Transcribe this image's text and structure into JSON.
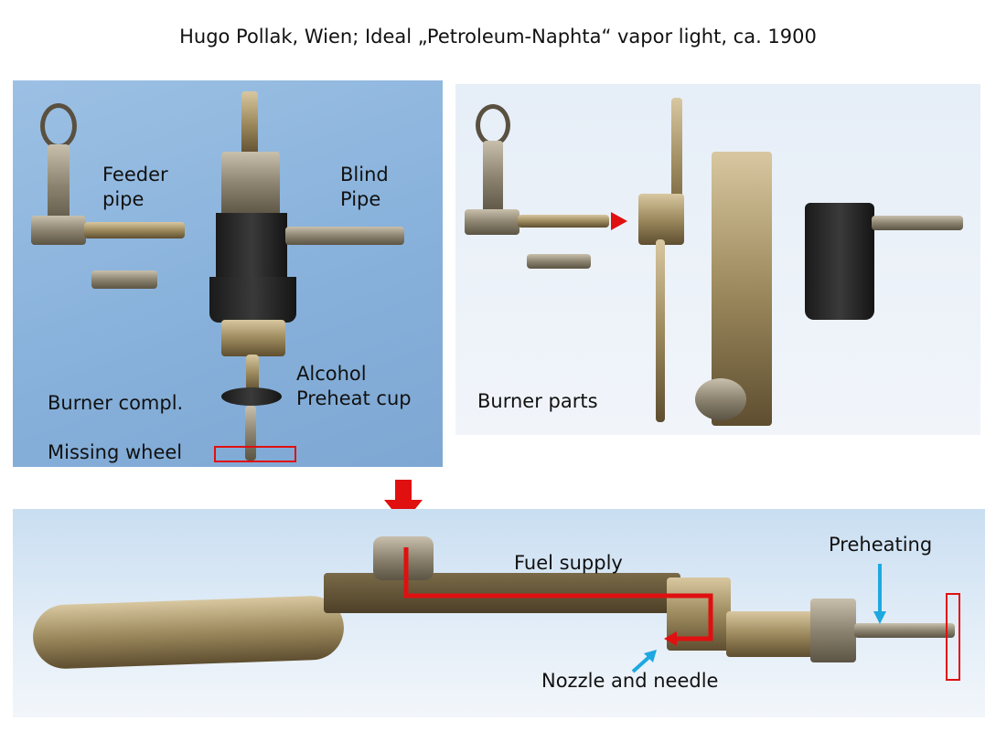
{
  "title": "Hugo Pollak, Wien; Ideal „Petroleum-Naphta“ vapor light, ca. 1900",
  "panel_left": {
    "labels": {
      "feeder_pipe": "Feeder\npipe",
      "blind_pipe": "Blind\nPipe",
      "alcohol_cup": "Alcohol\nPreheat cup",
      "burner_complete": "Burner compl.",
      "missing_wheel": "Missing wheel"
    }
  },
  "panel_right": {
    "labels": {
      "burner_parts": "Burner parts"
    }
  },
  "panel_bottom": {
    "labels": {
      "fuel_supply": "Fuel supply",
      "preheating": "Preheating",
      "nozzle_needle": "Nozzle and needle"
    }
  },
  "colors": {
    "annotation_red": "#e01010",
    "annotation_blue": "#1ea8e0"
  }
}
